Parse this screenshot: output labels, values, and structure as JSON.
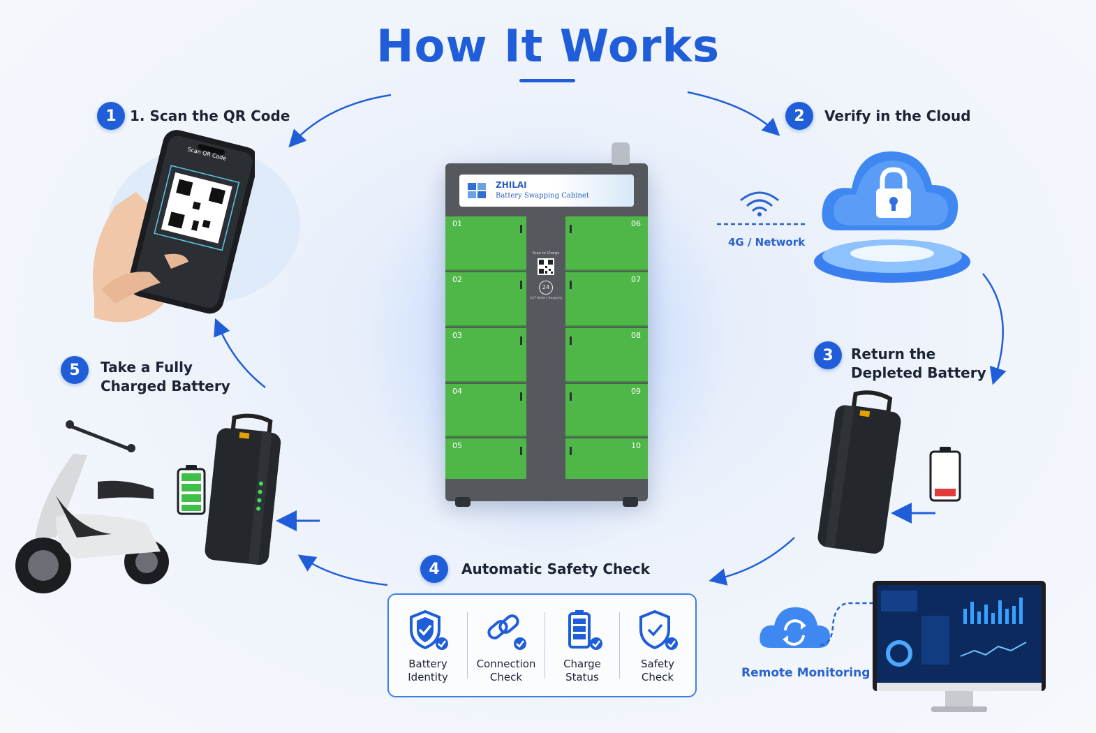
{
  "title": "How It Works",
  "cabinet": {
    "brand": "ZHILAI",
    "subtitle": "Battery Swapping Cabinet",
    "compartments_left": [
      "01",
      "02",
      "03",
      "04",
      "05"
    ],
    "compartments_right": [
      "06",
      "07",
      "08",
      "09",
      "10"
    ],
    "center_text": "Scan to Charge",
    "center_24": "24",
    "center_caption": "24/7 Battery Swapping"
  },
  "phone": {
    "screen_title": "Scan QR Code"
  },
  "steps": [
    {
      "num": "1",
      "label": "1. Scan the QR Code"
    },
    {
      "num": "2",
      "label": "Verify in the Cloud"
    },
    {
      "num": "3",
      "label_line1": "Return the",
      "label_line2": "Depleted Battery"
    },
    {
      "num": "4",
      "label": "Automatic Safety Check"
    },
    {
      "num": "5",
      "label_line1": "Take a Fully",
      "label_line2": "Charged Battery"
    }
  ],
  "network_label": "4G / Network",
  "remote_label": "Remote Monitoring",
  "checks": [
    {
      "line1": "Battery",
      "line2": "Identity"
    },
    {
      "line1": "Connection",
      "line2": "Check"
    },
    {
      "line1": "Charge",
      "line2": "Status"
    },
    {
      "line1": "Safety",
      "line2": "Check"
    }
  ],
  "colors": {
    "accent": "#1f5ed8",
    "cabinet_green": "#4fb748",
    "cabinet_gray": "#55595e",
    "battery_low": "#e23b3b",
    "battery_full": "#3fbf4a"
  }
}
